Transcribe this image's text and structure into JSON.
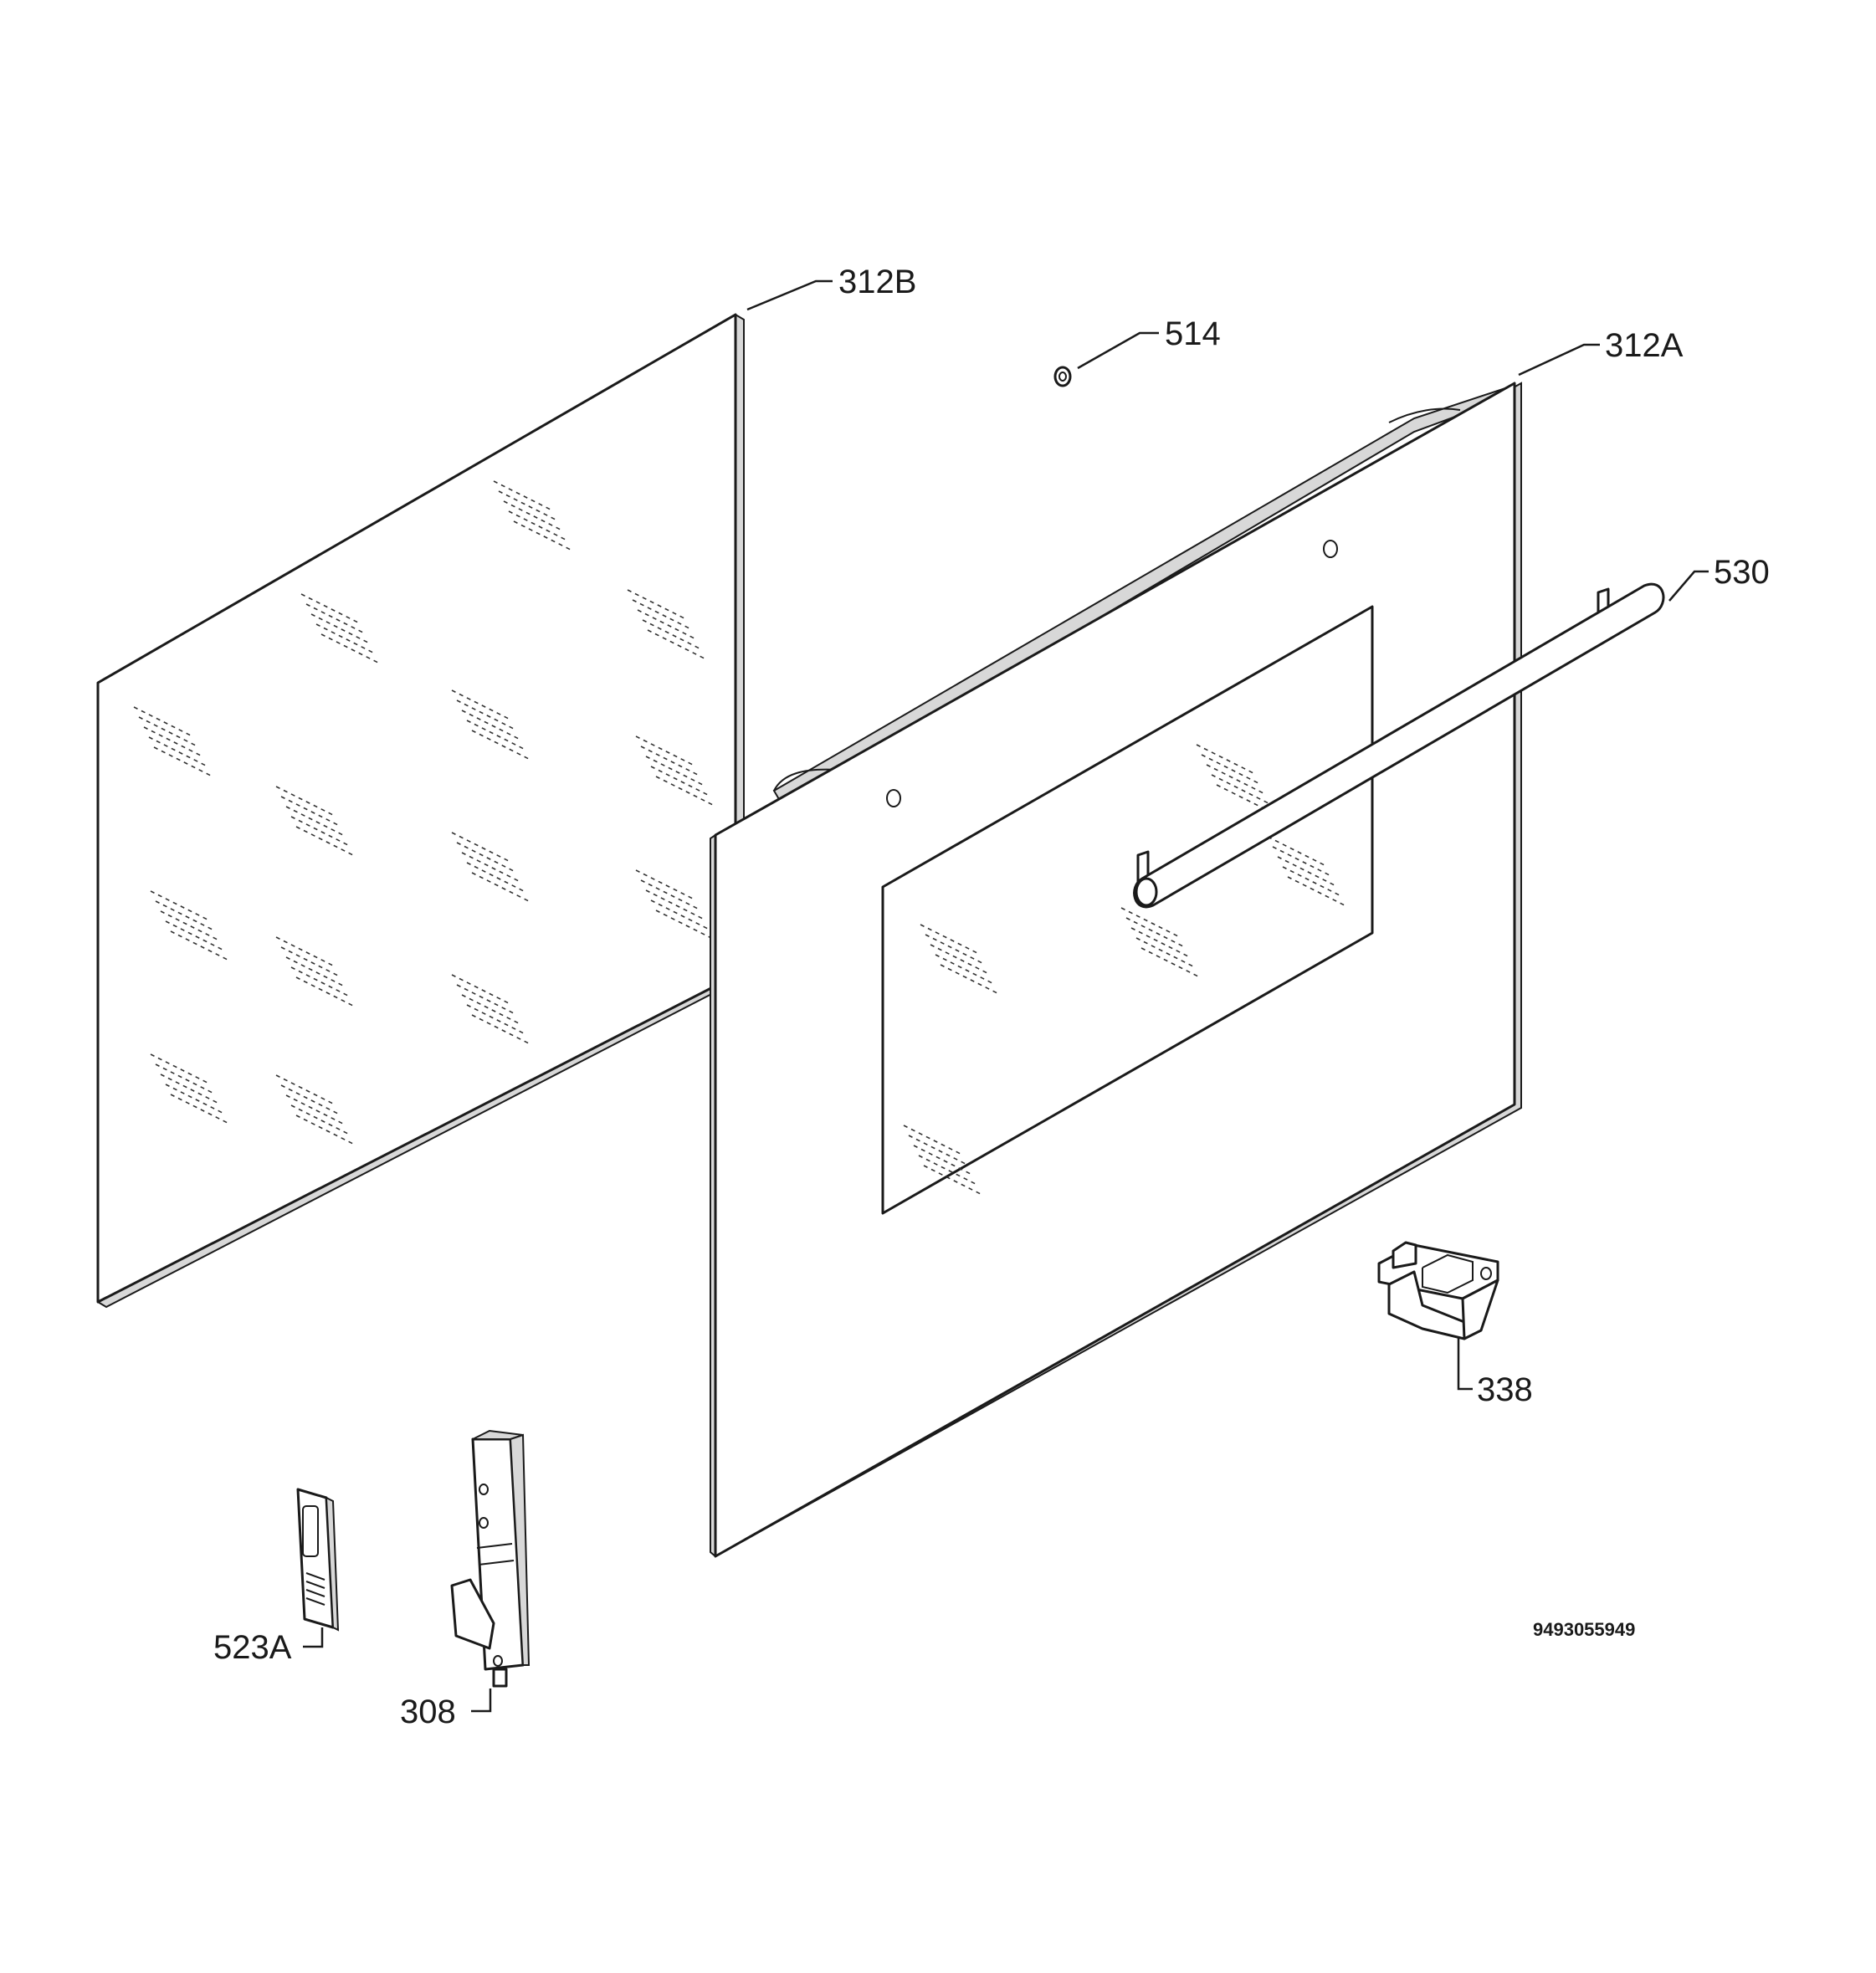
{
  "diagram": {
    "callouts": {
      "glass_inner": "312B",
      "glass_outer": "312A",
      "screw": "514",
      "handle": "530",
      "hinge_receiver": "338",
      "hinge_cover": "523A",
      "hinge": "308"
    },
    "drawing_number": "9493055949"
  }
}
